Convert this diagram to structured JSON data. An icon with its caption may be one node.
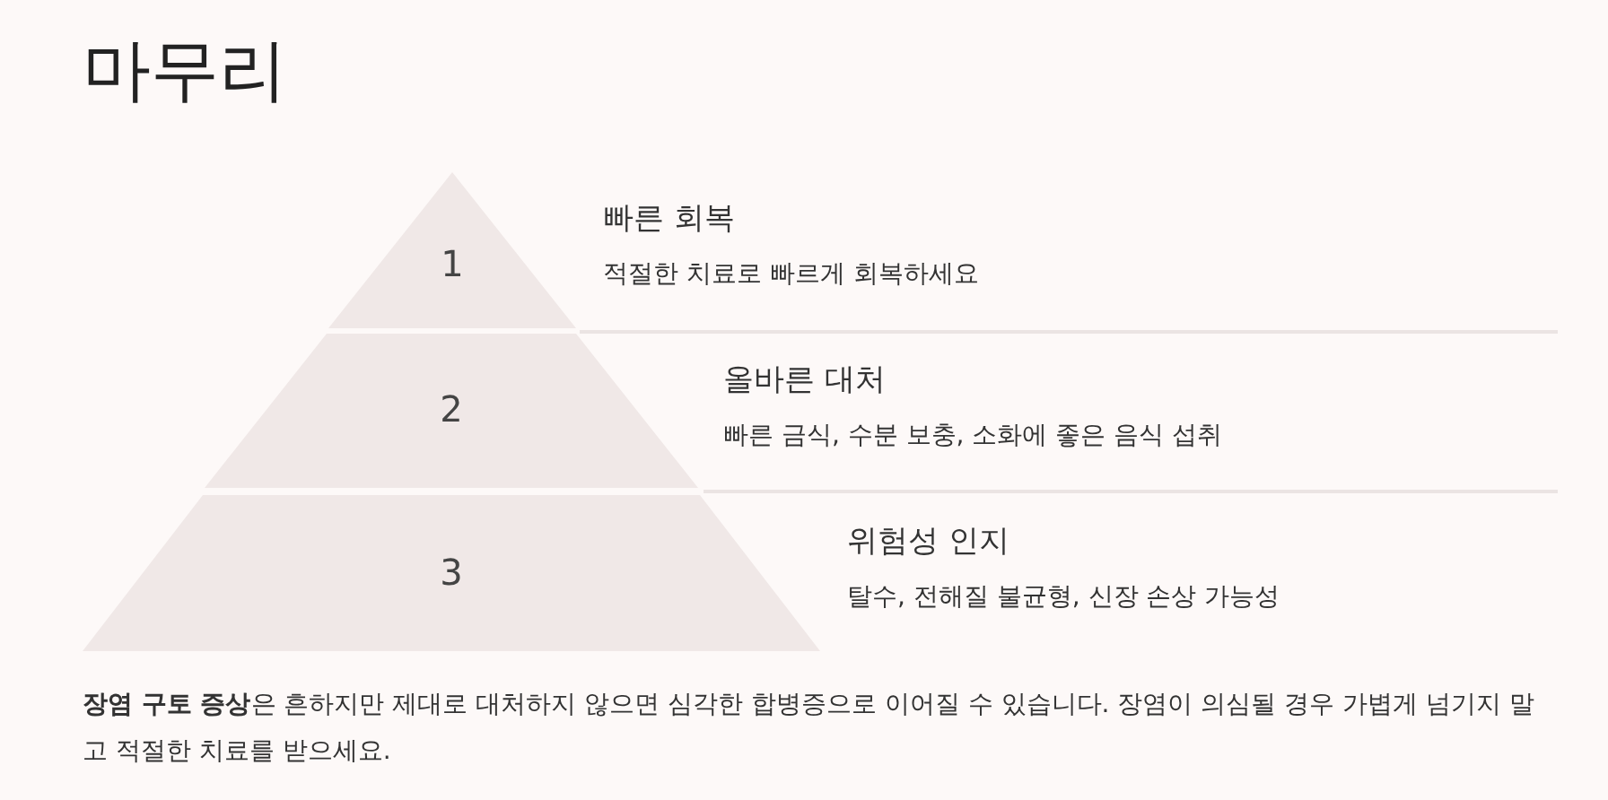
{
  "diagram": {
    "title": "마무리",
    "nodes": [
      {
        "text": [
          "1"
        ],
        "beside": [
          "빠른 회복",
          "적절한 치료로 빠르게 회복하세요"
        ]
      },
      {
        "text": [
          "2"
        ],
        "beside": [
          "올바른 대처",
          "빠른 금식, 수분 보충, 소화에 좋은 음식 섭취"
        ]
      },
      {
        "text": [
          "3"
        ],
        "beside": [
          "위험성 인지",
          "탈수, 전해질 불균형, 신장 손상 가능성"
        ]
      }
    ],
    "edges": [],
    "caption": "**장염 구토 증상**은 흔하지만 제대로 대처하지 않으면 심각한 합병증으로 이어질 수 있습니다. 장염이 의심될 경우 가볍게 넘기지 말고 적절한 치료를 받으세요."
  }
}
